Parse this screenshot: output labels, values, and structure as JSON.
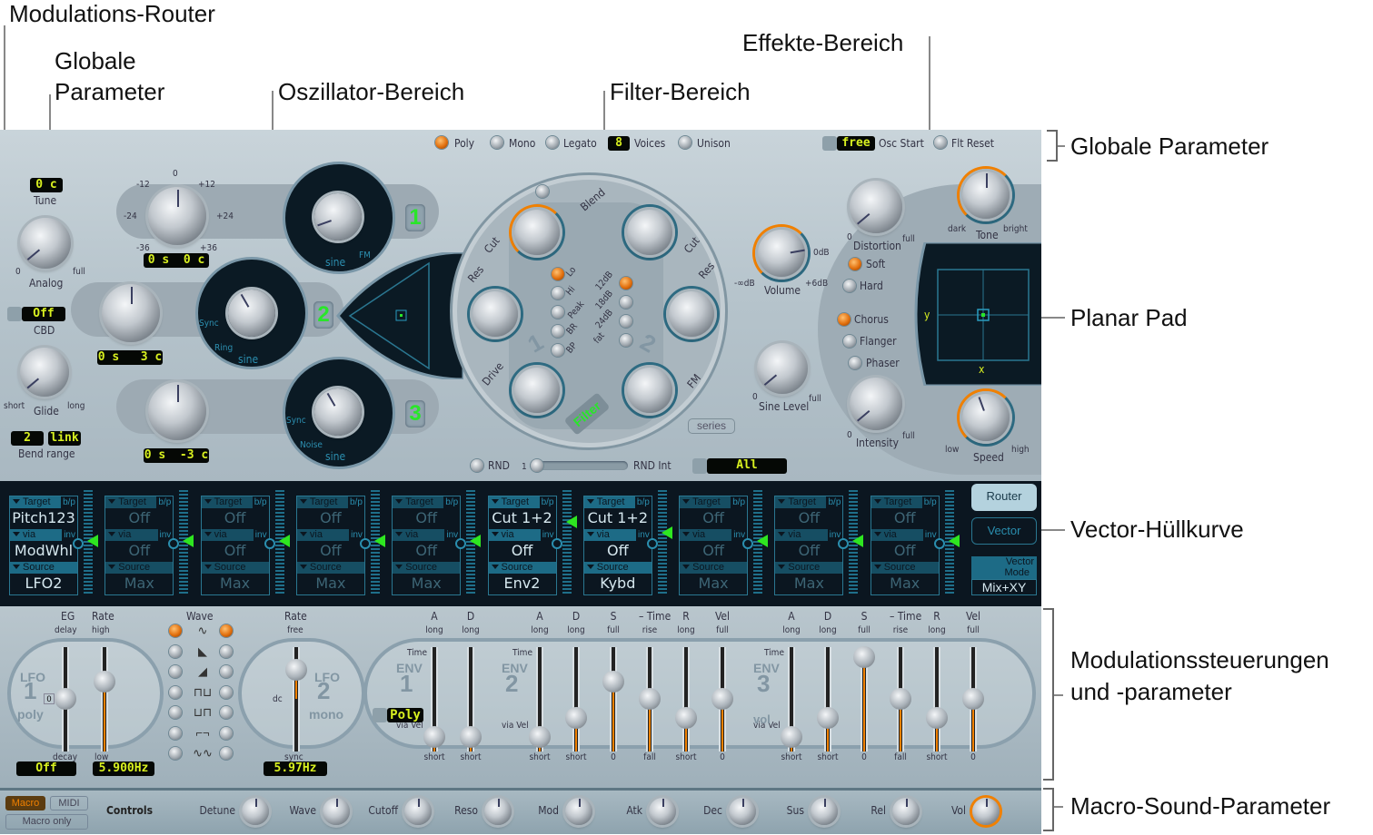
{
  "callouts": {
    "modulation_router": "Modulations-Router",
    "global_params_left_1": "Globale",
    "global_params_left_2": "Parameter",
    "oscillator_section": "Oszillator-Bereich",
    "filter_section": "Filter-Bereich",
    "effects_section": "Effekte-Bereich",
    "global_params_right": "Globale Parameter",
    "planar_pad": "Planar Pad",
    "vector_envelope": "Vector-Hüllkurve",
    "mod_controls_1": "Modulationssteuerungen",
    "mod_controls_2": "und -parameter",
    "macro_sound": "Macro-Sound-Parameter"
  },
  "global": {
    "poly": "Poly",
    "mono": "Mono",
    "legato": "Legato",
    "voices_value": "8",
    "voices": "Voices",
    "unison": "Unison",
    "osc_start_value": "free",
    "osc_start": "Osc Start",
    "flt_reset": "Flt Reset",
    "selected_mode": "Poly",
    "tune_value": "0 c",
    "tune": "Tune",
    "analog": "Analog",
    "analog_min": "0",
    "analog_max": "full",
    "cbd_value": "Off",
    "cbd": "CBD",
    "glide": "Glide",
    "glide_min": "short",
    "glide_max": "long",
    "bend_up": "2",
    "bend_down": "link",
    "bend_range": "Bend range"
  },
  "oscillators": {
    "tick_labels": {
      "zero": "0",
      "m12": "-12",
      "p12": "+12",
      "m24": "-24",
      "p24": "+24",
      "m36": "-36",
      "p36": "+36"
    },
    "osc": [
      {
        "number": "1",
        "tuning": "0 s  0 c",
        "wave_labels": [
          "FM",
          "sine"
        ]
      },
      {
        "number": "2",
        "tuning": "0 s   3 c",
        "wave_labels": [
          "Sync",
          "Ring",
          "sine"
        ]
      },
      {
        "number": "3",
        "tuning": "0 s  -3 c",
        "wave_labels": [
          "Sync",
          "Noise",
          "sine"
        ]
      }
    ],
    "rnd": "RND",
    "rnd_value": "1",
    "rnd_int": "RND Int",
    "rnd_target": "All"
  },
  "filter": {
    "blend": "Blend",
    "cut": "Cut",
    "res": "Res",
    "drive": "Drive",
    "fm": "FM",
    "filter1_modes": [
      "Lo",
      "Hi",
      "Peak",
      "BR",
      "BP"
    ],
    "filter1_selected": "Lo",
    "filter2_slopes": [
      "12dB",
      "18dB",
      "24dB",
      "fat"
    ],
    "filter2_selected": "12dB",
    "filter_button": "Filter",
    "series_button": "series",
    "num1": "1",
    "num2": "2"
  },
  "effects": {
    "volume": "Volume",
    "vol_min": "-∞dB",
    "vol_mid": "0dB",
    "vol_max": "+6dB",
    "sine_level": "Sine Level",
    "sine_min": "0",
    "sine_max": "full",
    "distortion": "Distortion",
    "dist_min": "0",
    "dist_max": "full",
    "soft": "Soft",
    "hard": "Hard",
    "dist_selected": "Soft",
    "tone": "Tone",
    "tone_min": "dark",
    "tone_max": "bright",
    "chorus": "Chorus",
    "flanger": "Flanger",
    "phaser": "Phaser",
    "fx_selected": "Chorus",
    "intensity": "Intensity",
    "int_min": "0",
    "int_max": "full",
    "speed": "Speed",
    "speed_min": "low",
    "speed_max": "high",
    "pad_x": "x",
    "pad_y": "y"
  },
  "router": {
    "target_label": "Target",
    "bp_label": "b/p",
    "via_label": "via",
    "inv_label": "inv",
    "source_label": "Source",
    "slots": [
      {
        "target": "Pitch123",
        "via": "ModWhl",
        "source": "LFO2",
        "active": true,
        "via_active": true
      },
      {
        "target": "Off",
        "via": "Off",
        "source": "Max",
        "active": false,
        "via_active": false
      },
      {
        "target": "Off",
        "via": "Off",
        "source": "Max",
        "active": false,
        "via_active": false
      },
      {
        "target": "Off",
        "via": "Off",
        "source": "Max",
        "active": false,
        "via_active": false
      },
      {
        "target": "Off",
        "via": "Off",
        "source": "Max",
        "active": false,
        "via_active": false
      },
      {
        "target": "Cut 1+2",
        "via": "Off",
        "source": "Env2",
        "active": true,
        "via_active": true
      },
      {
        "target": "Cut 1+2",
        "via": "Off",
        "source": "Kybd",
        "active": true,
        "via_active": true
      },
      {
        "target": "Off",
        "via": "Off",
        "source": "Max",
        "active": false,
        "via_active": false
      },
      {
        "target": "Off",
        "via": "Off",
        "source": "Max",
        "active": false,
        "via_active": false
      },
      {
        "target": "Off",
        "via": "Off",
        "source": "Max",
        "active": false,
        "via_active": false
      }
    ],
    "router_button": "Router",
    "vector_button": "Vector",
    "vector_mode_1": "Vector",
    "vector_mode_2": "Mode",
    "vector_mode_value": "Mix+XY"
  },
  "modulation": {
    "lfo1": {
      "title": "LFO",
      "num": "1",
      "mode": "poly",
      "eg": "EG",
      "eg_top": "delay",
      "eg_bottom": "decay",
      "rate": "Rate",
      "rate_top": "high",
      "rate_bottom": "low",
      "eg_zero": "0",
      "eg_value": "Off",
      "rate_value": "5.900Hz",
      "eg_level": 0.5,
      "rate_level": 0.68
    },
    "wave": {
      "label": "Wave",
      "shapes": [
        "∿",
        "◣",
        "◢",
        "⊓⊔",
        "⊔⊓",
        "⌐¬",
        "∿∿"
      ],
      "selected_left": 0,
      "selected_right": 0
    },
    "lfo2": {
      "title": "LFO",
      "num": "2",
      "mode": "mono",
      "rate": "Rate",
      "rate_top": "free",
      "rate_bottom": "sync",
      "dc": "dc",
      "rate_value": "5.97Hz",
      "rate_level": 0.8
    },
    "env_title": "ENV",
    "env1": {
      "num": "1",
      "mode": "Poly",
      "time": "Time",
      "via": "via Vel",
      "sliders": [
        {
          "name": "A",
          "top": "long",
          "bottom": "short",
          "level": 0.1
        },
        {
          "name": "D",
          "top": "long",
          "bottom": "short",
          "level": 0.1
        }
      ]
    },
    "env2": {
      "num": "2",
      "time": "Time",
      "via": "via Vel",
      "sliders": [
        {
          "name": "A",
          "top": "long",
          "bottom": "short",
          "level": 0.1
        },
        {
          "name": "D",
          "top": "long",
          "bottom": "short",
          "level": 0.3
        },
        {
          "name": "S",
          "top": "full",
          "bottom": "0",
          "level": 0.68
        },
        {
          "name": "– Time",
          "top": "rise",
          "bottom": "fall",
          "level": 0.5
        },
        {
          "name": "R",
          "top": "long",
          "bottom": "short",
          "level": 0.3
        },
        {
          "name": "Vel",
          "top": "full",
          "bottom": "0",
          "level": 0.5
        }
      ]
    },
    "env3": {
      "num": "3",
      "mode": "vol",
      "time": "Time",
      "via": "via Vel",
      "sliders": [
        {
          "name": "A",
          "top": "long",
          "bottom": "short",
          "level": 0.1
        },
        {
          "name": "D",
          "top": "long",
          "bottom": "short",
          "level": 0.3
        },
        {
          "name": "S",
          "top": "full",
          "bottom": "0",
          "level": 0.93
        },
        {
          "name": "– Time",
          "top": "rise",
          "bottom": "fall",
          "level": 0.5
        },
        {
          "name": "R",
          "top": "long",
          "bottom": "short",
          "level": 0.3
        },
        {
          "name": "Vel",
          "top": "full",
          "bottom": "0",
          "level": 0.5
        }
      ]
    }
  },
  "macro": {
    "macro_button": "Macro",
    "midi_button": "MIDI",
    "macro_only": "Macro only",
    "controls": "Controls",
    "knobs": [
      "Detune",
      "Wave",
      "Cutoff",
      "Reso",
      "Mod",
      "Atk",
      "Dec",
      "Sus",
      "Rel",
      "Vol"
    ]
  },
  "colors": {
    "accent": "#f08000",
    "display_text": "#d8f020",
    "router_bg": "#0b1620",
    "osc_green": "#29e629"
  }
}
